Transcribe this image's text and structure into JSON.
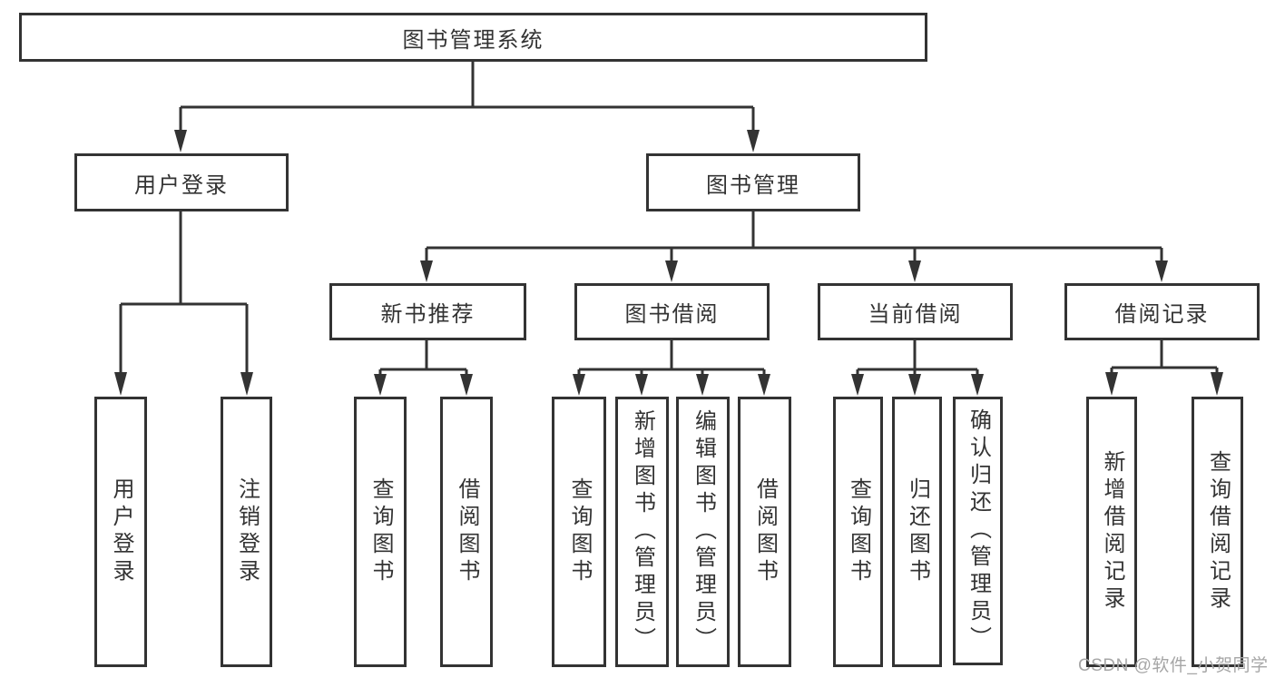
{
  "diagram_title": "图书管理系统",
  "tree": {
    "root": {
      "label": "图书管理系统",
      "children": [
        {
          "label": "用户登录",
          "children": [
            {
              "label": "用户登录"
            },
            {
              "label": "注销登录"
            }
          ]
        },
        {
          "label": "图书管理",
          "children": [
            {
              "label": "新书推荐",
              "children": [
                {
                  "label": "查询图书"
                },
                {
                  "label": "借阅图书"
                }
              ]
            },
            {
              "label": "图书借阅",
              "children": [
                {
                  "label": "查询图书"
                },
                {
                  "label": "新增图书（管理员）"
                },
                {
                  "label": "编辑图书（管理员）"
                },
                {
                  "label": "借阅图书"
                }
              ]
            },
            {
              "label": "当前借阅",
              "children": [
                {
                  "label": "查询图书"
                },
                {
                  "label": "归还图书"
                },
                {
                  "label": "确认归还（管理员）"
                }
              ]
            },
            {
              "label": "借阅记录",
              "children": [
                {
                  "label": "新增借阅记录"
                },
                {
                  "label": "查询借阅记录"
                }
              ]
            }
          ]
        }
      ]
    }
  },
  "watermark": {
    "text": "CSDN @软件_小贺同学"
  },
  "colors": {
    "line": "#333333",
    "text": "#333333",
    "watermark": "#a6a6a6",
    "background": "#ffffff"
  }
}
